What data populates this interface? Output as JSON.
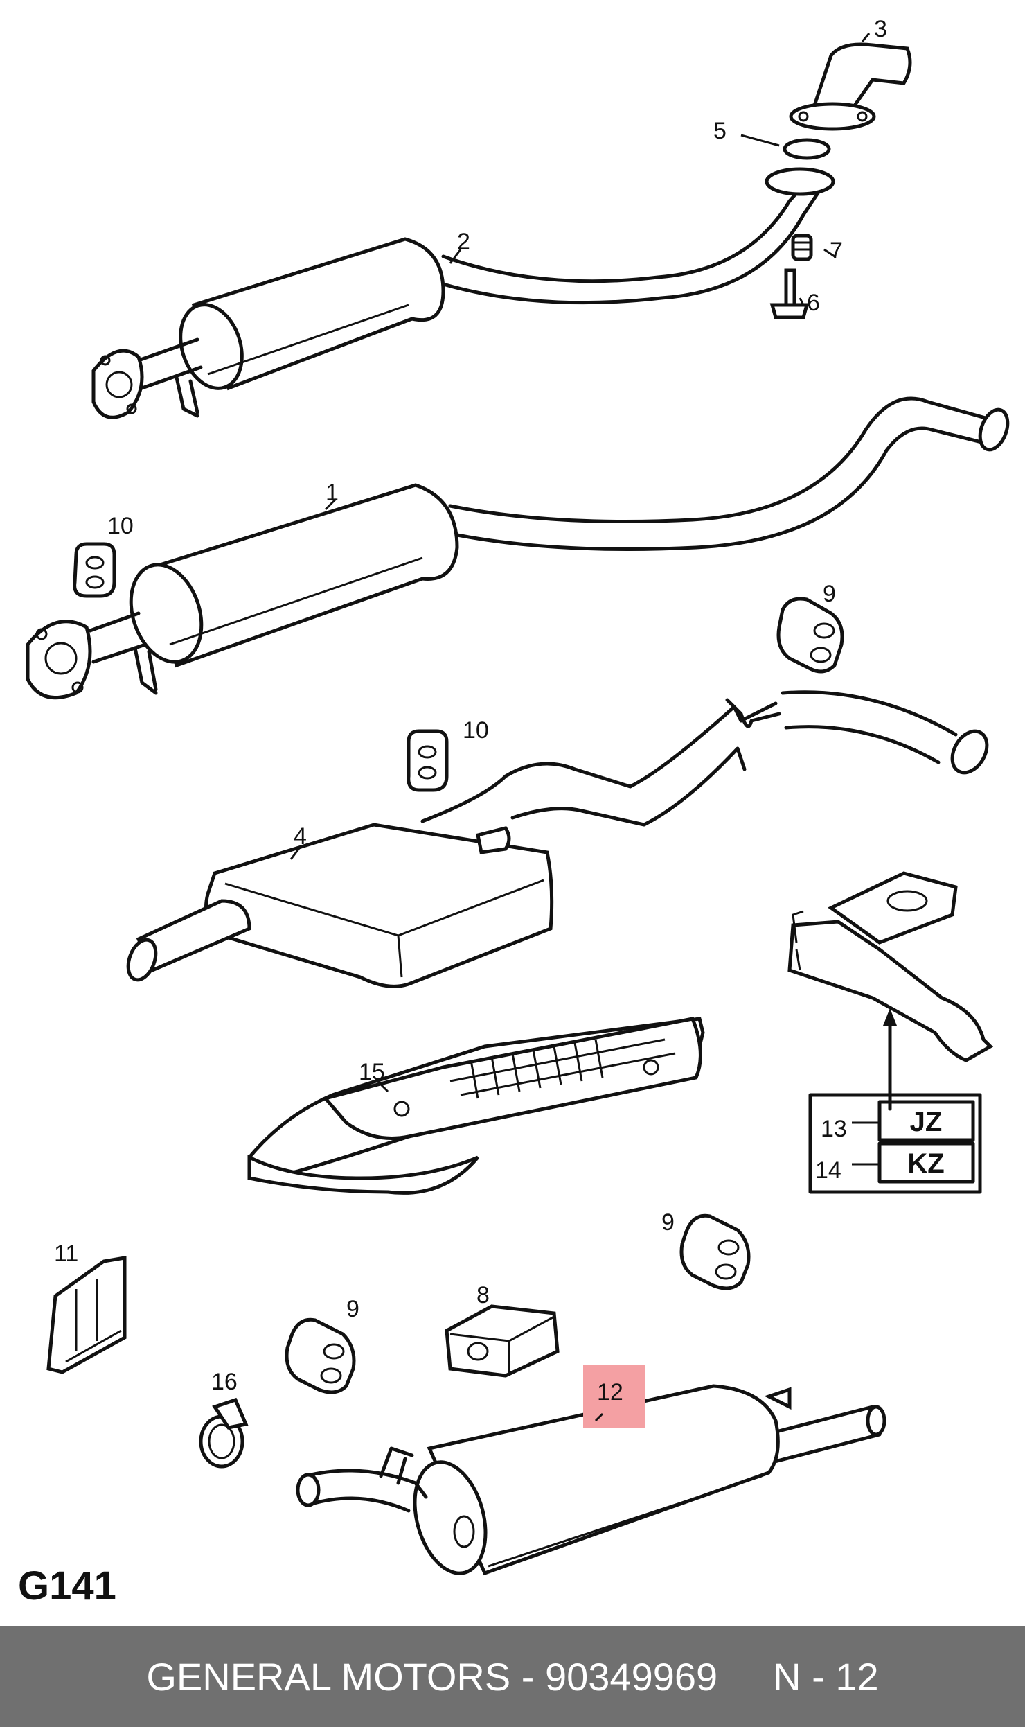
{
  "callouts": {
    "c1": "1",
    "c2": "2",
    "c3": "3",
    "c4": "4",
    "c5": "5",
    "c6": "6",
    "c7": "7",
    "c8": "8",
    "c9a": "9",
    "c9b": "9",
    "c9c": "9",
    "c10a": "10",
    "c10b": "10",
    "c11": "11",
    "c12": "12",
    "c13": "13",
    "c14": "14",
    "c15": "15",
    "c16": "16"
  },
  "variant_table": {
    "rows": [
      {
        "ref": "13",
        "code": "JZ"
      },
      {
        "ref": "14",
        "code": "KZ"
      }
    ]
  },
  "diagram_id": "G141",
  "footer": {
    "brand_part": "GENERAL MOTORS - 90349969",
    "position": "N - 12"
  },
  "highlight_color": "#f4a0a3"
}
